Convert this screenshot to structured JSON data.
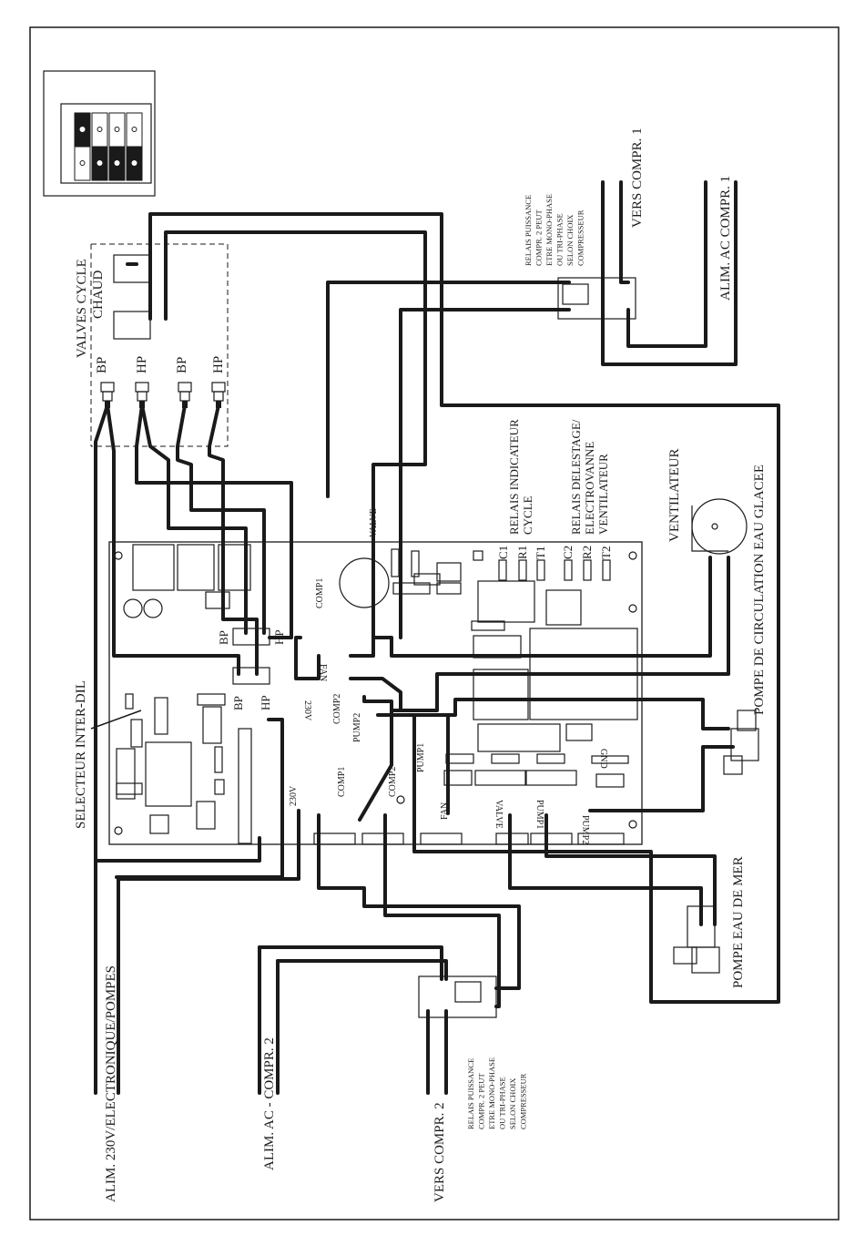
{
  "dip_switch": {
    "positions": [
      "on",
      "off",
      "off",
      "off"
    ]
  },
  "labels": {
    "valves_cycle": "VALVES CYCLE",
    "valves_chaud": "CHAUD",
    "bp": "BP",
    "hp": "HP",
    "valve": "VALVE",
    "comp1": "COMP1",
    "comp2": "COMP2",
    "fan": "FAN",
    "pump1": "PUMP1",
    "pump2": "PUMP2",
    "v230": "230V",
    "gnd": "GND",
    "c1": "C1",
    "r1": "R1",
    "t1": "T1",
    "c2": "C2",
    "r2": "R2",
    "t2": "T2",
    "relais_indicateur_1": "RELAIS INDICATEUR",
    "relais_indicateur_2": "CYCLE",
    "relais_delestage_1": "RELAIS DELESTAGE/",
    "relais_delestage_2": "ELECTROVANNE",
    "relais_delestage_3": "VENTILATEUR",
    "ventilateur": "VENTILATEUR",
    "pompe_circulation": "POMPE DE CIRCULATION EAU GLACEE",
    "pompe_eau_mer": "POMPE EAU DE MER",
    "selecteur": "SELECTEUR INTER-DIL",
    "alim_230": "ALIM. 230V/ELECTRONIQUE/POMPES",
    "alim_ac_compr2": "ALIM. AC - COMPR. 2",
    "vers_compr2": "VERS COMPR. 2",
    "vers_compr1": "VERS COMPR. 1",
    "alim_ac_compr1": "ALIM. AC  COMPR. 1",
    "relais_puissance_1": [
      "RELAIS PUISSANCE",
      "COMPR. 2 PEUT",
      "ETRE  MONO-PHASE",
      "OU TRI-PHASE",
      "SELON CHOIX",
      "COMPRESSEUR"
    ],
    "relais_puissance_2": [
      "RELAIS PUISSANCE",
      "COMPR. 2 PEUT",
      "ETRE MONO-PHASE",
      "OU TRI-PHASE",
      "SELON CHOIX",
      "COMPRESSEUR"
    ]
  }
}
